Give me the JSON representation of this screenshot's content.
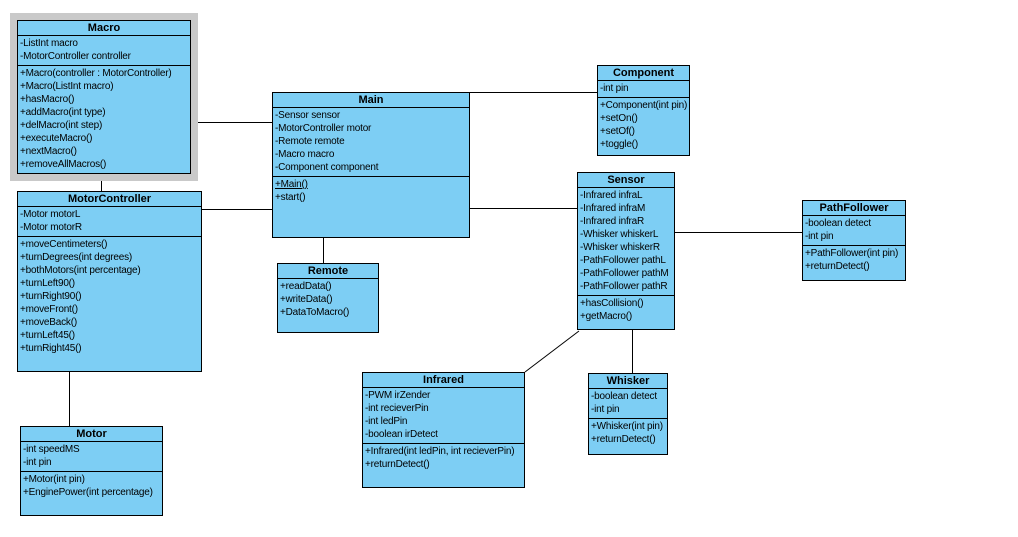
{
  "diagram": {
    "title": "UML class diagram",
    "box_fill": "#7dcef4",
    "box_border": "#000000",
    "selection_frame_color": "#c9c9c9",
    "background": "#ffffff"
  },
  "classes": [
    {
      "name": "Macro",
      "selected": true,
      "attributes": [
        "-ListInt macro",
        "-MotorController controller"
      ],
      "methods": [
        "+Macro(controller : MotorController)",
        "+Macro(ListInt macro)",
        "+hasMacro()",
        "+addMacro(int type)",
        "+delMacro(int step)",
        "+executeMacro()",
        "+nextMacro()",
        "+removeAllMacros()"
      ]
    },
    {
      "name": "MotorController",
      "attributes": [
        "-Motor motorL",
        "-Motor motorR"
      ],
      "methods": [
        "+moveCentimeters()",
        "+turnDegrees(int degrees)",
        "+bothMotors(int percentage)",
        "+turnLeft90()",
        "+turnRight90()",
        "+moveFront()",
        "+moveBack()",
        "+turnLeft45()",
        "+turnRight45()"
      ]
    },
    {
      "name": "Motor",
      "attributes": [
        "-int speedMS",
        "-int pin"
      ],
      "methods": [
        "+Motor(int pin)",
        "+EnginePower(int percentage)"
      ]
    },
    {
      "name": "Main",
      "attributes": [
        "-Sensor sensor",
        "-MotorController motor",
        "-Remote remote",
        "-Macro macro",
        "-Component component"
      ],
      "methods": [
        "+Main()",
        "+start()"
      ]
    },
    {
      "name": "Remote",
      "attributes": [],
      "methods": [
        "+readData()",
        "+writeData()",
        "+DataToMacro()"
      ]
    },
    {
      "name": "Component",
      "attributes": [
        "-int pin"
      ],
      "methods": [
        "+Component(int pin)",
        "+setOn()",
        "+setOf()",
        "+toggle()"
      ]
    },
    {
      "name": "Sensor",
      "attributes": [
        "-Infrared infraL",
        "-Infrared infraM",
        "-Infrared infraR",
        "-Whisker whiskerL",
        "-Whisker whiskerR",
        "-PathFollower pathL",
        "-PathFollower pathM",
        "-PathFollower pathR"
      ],
      "methods": [
        "+hasCollision()",
        "+getMacro()"
      ]
    },
    {
      "name": "PathFollower",
      "attributes": [
        "-boolean detect",
        "-int pin"
      ],
      "methods": [
        "+PathFollower(int pin)",
        "+returnDetect()"
      ]
    },
    {
      "name": "Infrared",
      "attributes": [
        "-PWM irZender",
        "-int recieverPin",
        "-int ledPin",
        "-boolean irDetect"
      ],
      "methods": [
        "+Infrared(int ledPin, int recieverPin)",
        "+returnDetect()"
      ]
    },
    {
      "name": "Whisker",
      "attributes": [
        "-boolean detect",
        "-int pin"
      ],
      "methods": [
        "+Whisker(int pin)",
        "+returnDetect()"
      ]
    }
  ],
  "connectors": [
    {
      "from": "Macro",
      "to": "MotorController"
    },
    {
      "from": "Macro",
      "to": "Main"
    },
    {
      "from": "MotorController",
      "to": "Main"
    },
    {
      "from": "MotorController",
      "to": "Motor"
    },
    {
      "from": "Main",
      "to": "Remote"
    },
    {
      "from": "Main",
      "to": "Component"
    },
    {
      "from": "Main",
      "to": "Sensor"
    },
    {
      "from": "Sensor",
      "to": "PathFollower"
    },
    {
      "from": "Sensor",
      "to": "Whisker"
    },
    {
      "from": "Sensor",
      "to": "Infrared"
    }
  ]
}
